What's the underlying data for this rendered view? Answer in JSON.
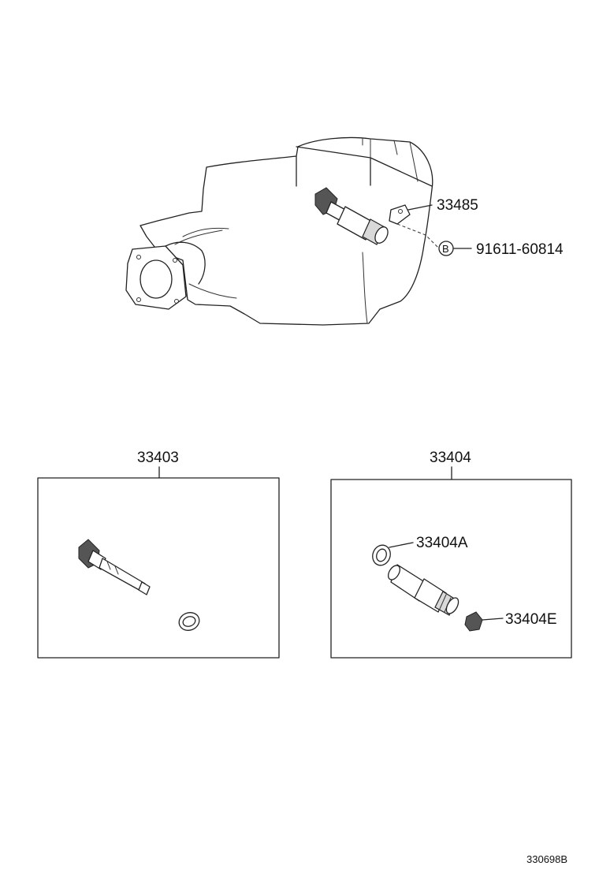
{
  "callouts": {
    "clamp": "33485",
    "bolt_marker": "B",
    "bolt": "91611-60814",
    "kit_gear": "33403",
    "kit_sleeve": "33404",
    "oring": "33404A",
    "plug": "33404E"
  },
  "figure_id": "330698B",
  "colors": {
    "line": "#222222",
    "background": "#ffffff"
  }
}
